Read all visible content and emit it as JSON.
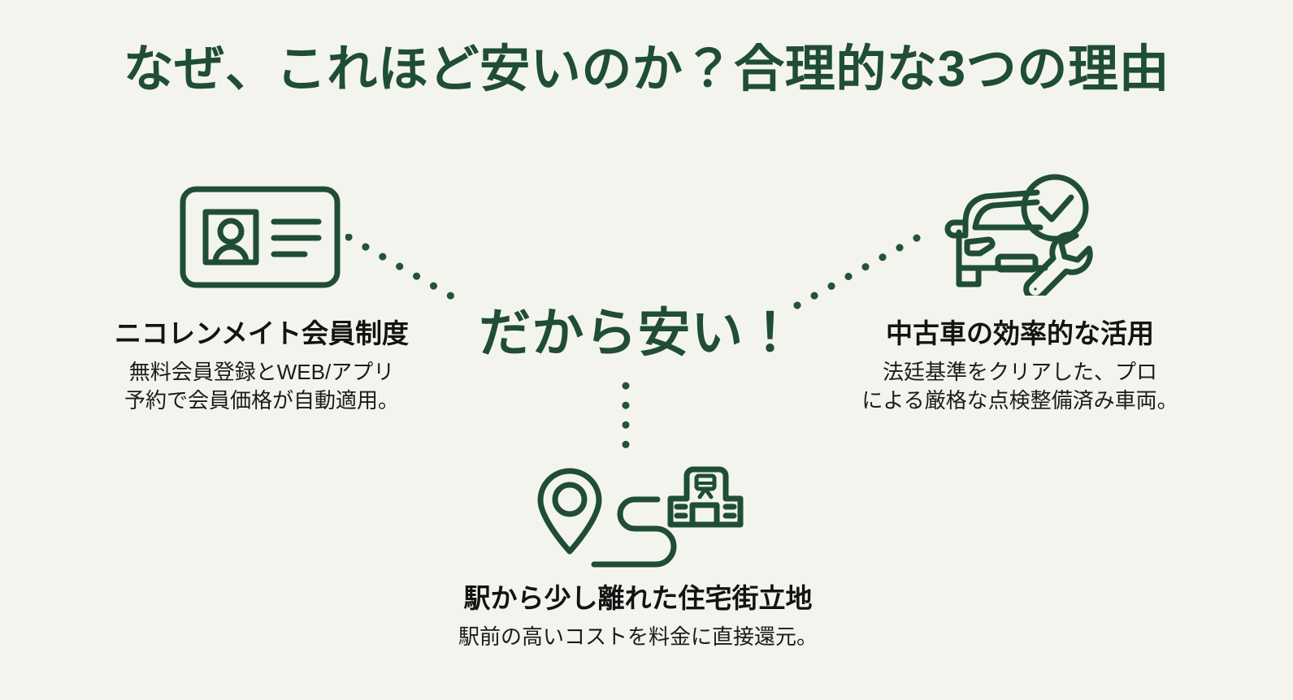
{
  "theme": {
    "background": "#f4f4ee",
    "accent_green": "#1f4d35",
    "heading_text": "#131313",
    "body_text": "#1b1b1b",
    "icon_stroke": "#1f4d35",
    "dot_color": "#23543a"
  },
  "title": "なぜ、これほど安いのか？合理的な3つの理由",
  "hub": {
    "label": "だから安い！"
  },
  "nodes": {
    "left": {
      "icon": "id-card-icon",
      "heading": "ニコレンメイト会員制度",
      "desc_lines": [
        "無料会員登録とWEB/アプリ",
        "予約で会員価格が自動適用。"
      ]
    },
    "right": {
      "icon": "car-inspection-icon",
      "heading": "中古車の効率的な活用",
      "desc_lines": [
        "法廷基準をクリアした、プロ",
        "による厳格な点検整備済み車両。"
      ]
    },
    "bottom": {
      "icon": "location-station-icon",
      "heading": "駅から少し離れた住宅街立地",
      "desc_lines": [
        "駅前の高いコストを料金に直接還元。"
      ]
    }
  },
  "connectors": [
    {
      "name": "connector-left",
      "from": "id-card-icon",
      "to": "hub"
    },
    {
      "name": "connector-right",
      "from": "car-inspection-icon",
      "to": "hub"
    },
    {
      "name": "connector-bottom",
      "from": "hub",
      "to": "location-station-icon"
    }
  ]
}
